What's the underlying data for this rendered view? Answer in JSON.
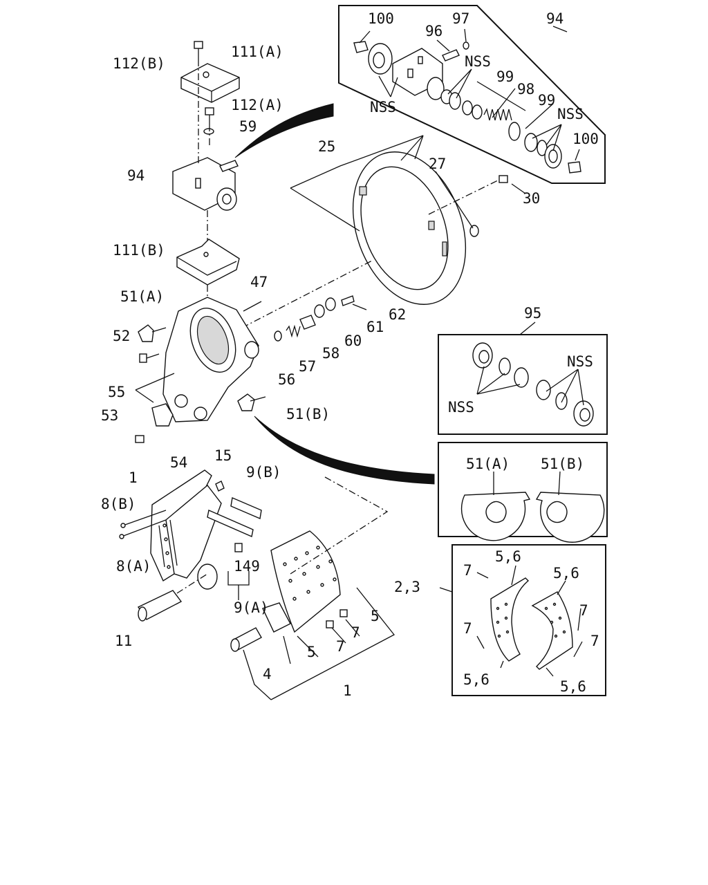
{
  "labels": {
    "l100a": "100",
    "l97": "97",
    "l94a": "94",
    "l96": "96",
    "lnss1": "NSS",
    "lnss2": "NSS",
    "l99a": "99",
    "l98": "98",
    "l99b": "99",
    "lnss3": "NSS",
    "l100b": "100",
    "l112b": "112(B)",
    "l111a": "111(A)",
    "l112a": "112(A)",
    "l59": "59",
    "l94b": "94",
    "l25": "25",
    "l27": "27",
    "l30": "30",
    "l111b": "111(B)",
    "l47": "47",
    "l51a": "51(A)",
    "l52": "52",
    "l62": "62",
    "l61": "61",
    "l60": "60",
    "l58": "58",
    "l57": "57",
    "l56": "56",
    "l55": "55",
    "l53": "53",
    "l54": "54",
    "l51b": "51(B)",
    "l95": "95",
    "lnss4": "NSS",
    "lnss5": "NSS",
    "l15": "15",
    "l1a": "1",
    "l9b": "9(B)",
    "l8b": "8(B)",
    "l8a": "8(A)",
    "l149": "149",
    "l9a": "9(A)",
    "l11": "11",
    "l5a": "5",
    "l7a": "7",
    "l7b": "7",
    "l5b": "5",
    "l4": "4",
    "l1b": "1",
    "l51a_d": "51(A)",
    "l51b_d": "51(B)",
    "l23": "2,3",
    "l56a": "5,6",
    "l56b": "5,6",
    "l7c": "7",
    "l7d": "7",
    "l7e": "7",
    "l7f": "7",
    "l56c": "5,6",
    "l56d": "5,6"
  }
}
